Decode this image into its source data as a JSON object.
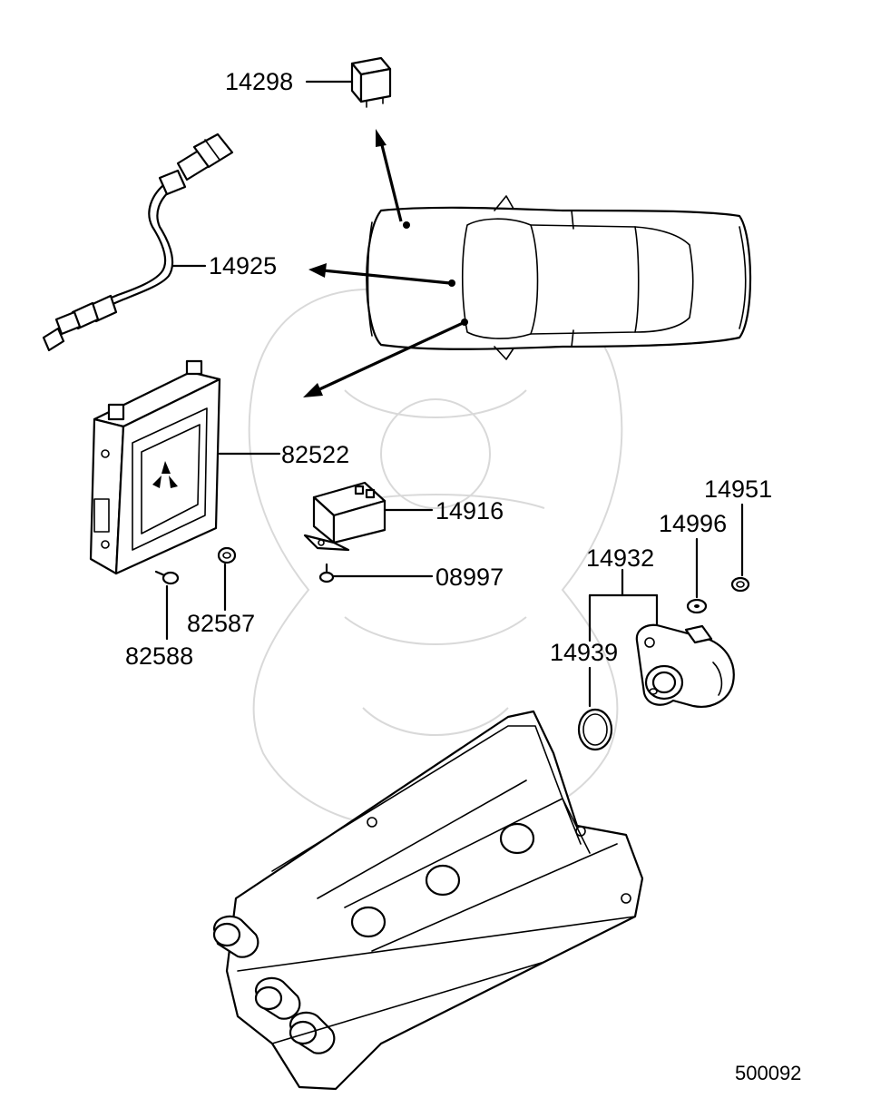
{
  "parts": {
    "relay_top": "14298",
    "oxygen_sensor": "14925",
    "engine_control_unit": "82522",
    "relay_small": "14916",
    "bolt": "08997",
    "nut_ecu": "82587",
    "screw_ecu": "82588",
    "throttle_position_sensor": "14932",
    "o_ring": "14939",
    "washer": "14996",
    "nut_tps": "14951"
  },
  "diagram_ref": "500092",
  "colors": {
    "line": "#000000",
    "background": "#ffffff",
    "watermark": "#d9d9d9"
  }
}
